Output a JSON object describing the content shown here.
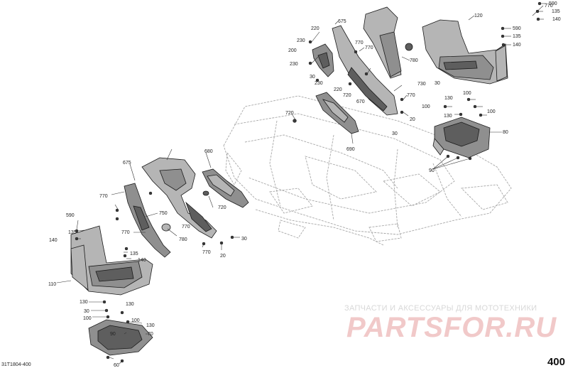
{
  "diagram": {
    "code": "31T1804-400",
    "page_number": "400",
    "watermark": {
      "tagline": "ЗАПЧАСТИ И АКСЕССУАРЫ ДЛЯ МОТОТЕХНИКИ",
      "logo": "PARTSFOR.RU"
    },
    "callouts": [
      "590",
      "135",
      "770",
      "120",
      "140",
      "675",
      "590",
      "135",
      "140",
      "220",
      "230",
      "770",
      "200",
      "770",
      "780",
      "230",
      "30",
      "230",
      "220",
      "720",
      "730",
      "770",
      "670",
      "100",
      "30",
      "130",
      "100",
      "100",
      "130",
      "720",
      "20",
      "30",
      "690",
      "80",
      "90",
      "690",
      "675",
      "680",
      "770",
      "720",
      "750",
      "590",
      "770",
      "135",
      "780",
      "140",
      "770",
      "30",
      "770",
      "20",
      "135",
      "140",
      "110",
      "130",
      "130",
      "30",
      "100",
      "100",
      "70",
      "90",
      "60",
      "130"
    ]
  }
}
